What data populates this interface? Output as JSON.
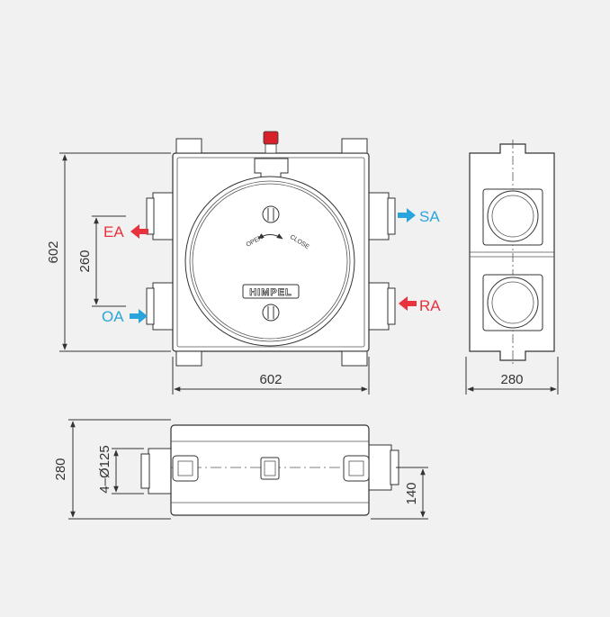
{
  "colors": {
    "background": "#f1f1f1",
    "exhaust_arrow": "#e8323c",
    "supply_arrow": "#2aa5dc",
    "line": "#333333"
  },
  "front_view": {
    "ports": {
      "ea": {
        "label": "EA",
        "color": "#e8323c",
        "arrow": "left"
      },
      "oa": {
        "label": "OA",
        "color": "#2aa5dc",
        "arrow": "right"
      },
      "sa": {
        "label": "SA",
        "color": "#2aa5dc",
        "arrow": "right"
      },
      "ra": {
        "label": "RA",
        "color": "#e8323c",
        "arrow": "left"
      }
    },
    "cover_text": {
      "open": "OPEN",
      "close": "CLOSE",
      "brand": "HIMPEL"
    },
    "dimensions": {
      "height": "602",
      "width": "602",
      "port_spacing": "260"
    }
  },
  "side_view": {
    "dimensions": {
      "width": "280"
    }
  },
  "top_view": {
    "dimensions": {
      "depth": "280",
      "duct_spec": "4–Ø125",
      "duct_center": "140"
    }
  }
}
